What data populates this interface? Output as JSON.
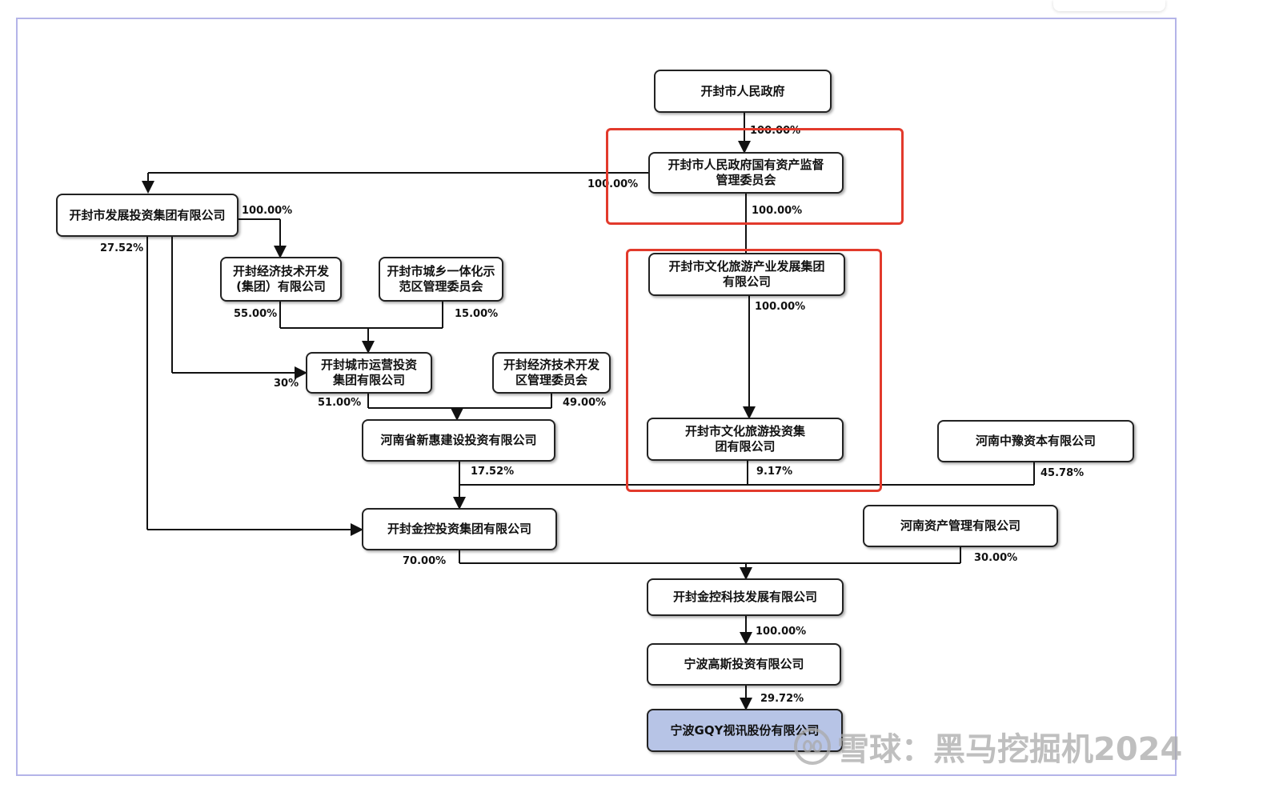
{
  "nodes": {
    "kaifeng_gov": "开封市人民政府",
    "sasac": "开封市人民政府国有资产监督管理委员会",
    "dev_invest": "开封市发展投资集团有限公司",
    "econ_tech_group": "开封经济技术开发(集团）有限公司",
    "urban_rural": "开封市城乡一体化示范区管理委员会",
    "city_ops": "开封城市运营投资集团有限公司",
    "econ_tech_zone": "开封经济技术开发区管理委员会",
    "henan_xinhui": "河南省新惠建设投资有限公司",
    "culture_tourism_dev": "开封市文化旅游产业发展集团有限公司",
    "culture_tourism_invest": "开封市文化旅游投资集团有限公司",
    "henan_zhongyu": "河南中豫资本有限公司",
    "jinkong_invest": "开封金控投资集团有限公司",
    "henan_asset": "河南资产管理有限公司",
    "jinkong_tech": "开封金控科技发展有限公司",
    "ningbo_gaosi": "宁波高斯投资有限公司",
    "ningbo_gqy": "宁波GQY视讯股份有限公司"
  },
  "percentages": {
    "gov_to_sasac": "100.00%",
    "sasac_to_dev": "100.00%",
    "sasac_to_culture": "100.00%",
    "dev_to_econ": "100.00%",
    "dev_to_jinkong": "27.52%",
    "econ_to_cityops": "55.00%",
    "urban_to_cityops": "15.00%",
    "dev_to_cityops": "30%",
    "cityops_to_xinhui": "51.00%",
    "zone_to_xinhui": "49.00%",
    "culture_to_invest": "100.00%",
    "xinhui_to_jinkong": "17.52%",
    "cultinvest_to_jinkong": "9.17%",
    "zhongyu_to_jinkong": "45.78%",
    "jinkong_to_tech": "70.00%",
    "asset_to_tech": "30.00%",
    "tech_to_gaosi": "100.00%",
    "gaosi_to_gqy": "29.72%"
  },
  "colors": {
    "highlight": "#e23a2c",
    "final_fill": "#b7c4e6",
    "frame": "#b4b4e8"
  },
  "watermark": {
    "logo_icon": "snowball-logo-icon",
    "text": "雪球：黑马挖掘机2024"
  }
}
